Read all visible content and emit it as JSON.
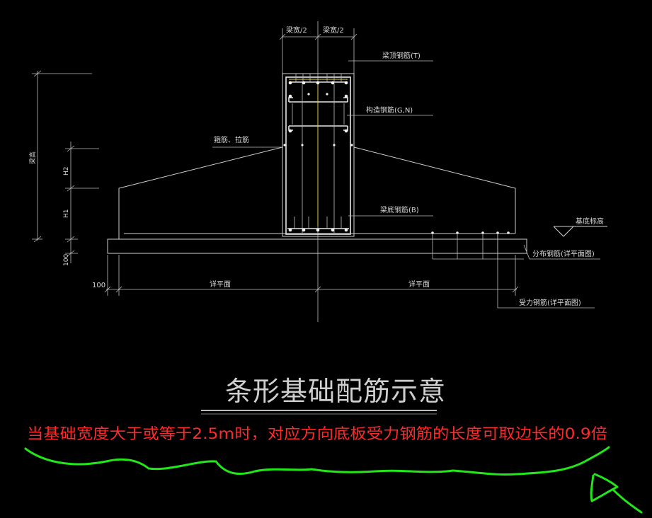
{
  "labels": {
    "beam_half_left": "梁宽/2",
    "beam_half_right": "梁宽/2",
    "top_rebar": "梁顶钢筋(T)",
    "side_rebar": "构造钢筋(G,N)",
    "stirrup": "箍筋、拉筋",
    "bottom_rebar": "梁底钢筋(B)",
    "base_elev": "基底标高",
    "dist_rebar": "分布钢筋(详平面图)",
    "stress_rebar": "受力钢筋(详平面图)",
    "beam_height": "梁高",
    "h2": "H2",
    "h1": "H1",
    "dim_100_v": "100",
    "dim_100_h": "100",
    "detail_left": "详平面",
    "detail_right": "详平面"
  },
  "title": "条形基础配筋示意",
  "note": "当基础宽度大于或等于2.5m时，对应方向底板受力钢筋的长度可取边长的0.9倍",
  "colors": {
    "background": "#000000",
    "lines": "#d0d0d0",
    "note": "#ff2a2a",
    "scribble": "#22e61a"
  }
}
